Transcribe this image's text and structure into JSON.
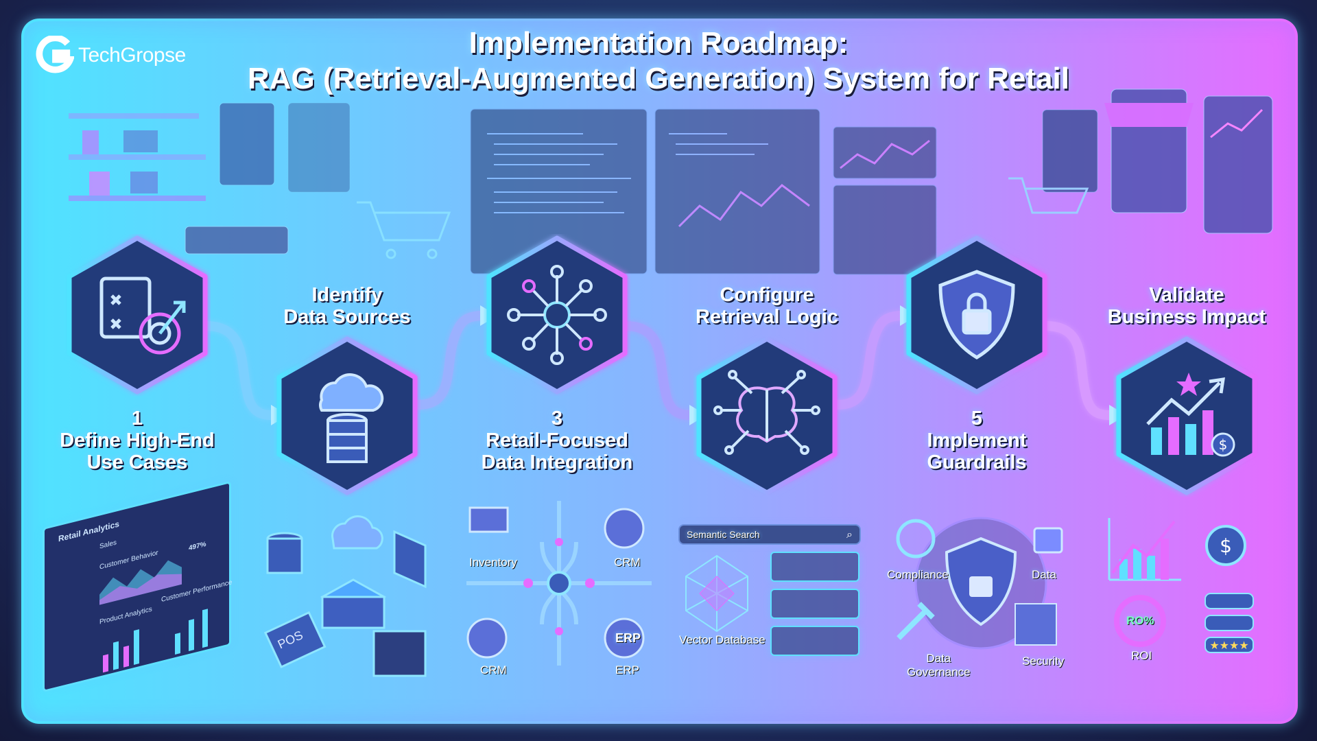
{
  "brand": {
    "logo_text": "TechGropse"
  },
  "title": {
    "line1": "Implementation Roadmap:",
    "line2": "RAG (Retrieval-Augmented Generation) System for Retail"
  },
  "steps": [
    {
      "number": "1",
      "line1": "Define High-End",
      "line2": "Use Cases",
      "icon": "strategy-target-icon"
    },
    {
      "line1": "Identify",
      "line2": "Data Sources",
      "icon": "cloud-database-icon"
    },
    {
      "number": "3",
      "line1": "Retail-Focused",
      "line2": "Data Integration",
      "icon": "network-hub-icon"
    },
    {
      "line1": "Configure",
      "line2": "Retrieval Logic",
      "icon": "brain-circuit-icon"
    },
    {
      "number": "5",
      "line1": "Implement",
      "line2": "Guardrails",
      "icon": "shield-lock-icon"
    },
    {
      "line1": "Validate",
      "line2": "Business Impact",
      "icon": "growth-chart-icon"
    }
  ],
  "illustrations": {
    "dashboard": {
      "title": "Retail Analytics",
      "sales": "Sales",
      "chart1": "Customer Behavior",
      "chart2": "Product Analytics",
      "chart3": "Customer Performance",
      "gauge": "497%"
    },
    "sources": {
      "pos": "POS"
    },
    "integration": {
      "inventory": "Inventory",
      "crm_top": "CRM",
      "crm_bottom": "CRM",
      "erp": "ERP",
      "erp_gear": "ERP"
    },
    "retrieval": {
      "search_placeholder": "Semantic Search",
      "vector_db": "Vector Database"
    },
    "guardrails": {
      "compliance": "Compliance",
      "data": "Data",
      "data_governance_1": "Data",
      "data_governance_2": "Governance",
      "security": "Security"
    },
    "impact": {
      "roi_gauge": "RO%",
      "roi": "ROI"
    }
  },
  "colors": {
    "cyan": "#4fe3ff",
    "magenta": "#e56cff",
    "navy": "#1a2450"
  }
}
